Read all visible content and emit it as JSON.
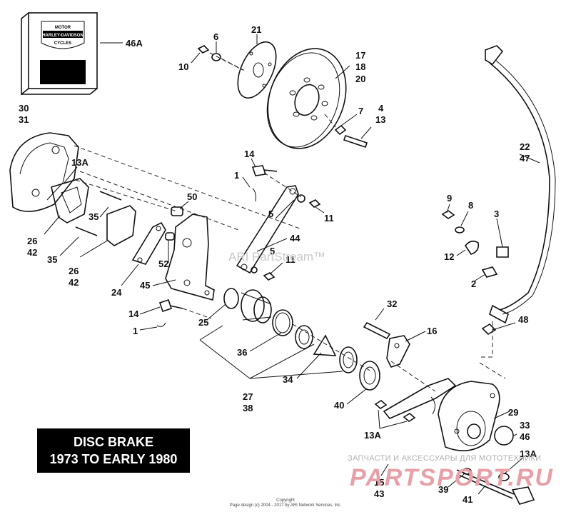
{
  "title": {
    "line1": "DISC BRAKE",
    "line2": "1973 TO EARLY 1980"
  },
  "watermark": "ARI PartStream™",
  "site_banner": {
    "tagline": "ЗАПЧАСТИ И АКСЕССУАРЫ ДЛЯ МОТОТЕХНИКИ",
    "logo": "PARTSPORT.RU"
  },
  "copyright": {
    "line1": "Copyright",
    "line2": "Page design (c) 2004 - 2017 by ARI Network Services, Inc."
  },
  "logo_badge": {
    "top": "MOTOR",
    "middle": "HARLEY-DAVIDSON",
    "bottom": "CYCLES"
  },
  "callouts": [
    {
      "id": "c-46a",
      "text": "46A"
    },
    {
      "id": "c-21",
      "text": "21"
    },
    {
      "id": "c-6",
      "text": "6"
    },
    {
      "id": "c-10",
      "text": "10"
    },
    {
      "id": "c-17",
      "text": "17"
    },
    {
      "id": "c-18",
      "text": "18"
    },
    {
      "id": "c-20",
      "text": "20"
    },
    {
      "id": "c-4",
      "text": "4"
    },
    {
      "id": "c-13",
      "text": "13"
    },
    {
      "id": "c-7",
      "text": "7"
    },
    {
      "id": "c-30",
      "text": "30"
    },
    {
      "id": "c-31",
      "text": "31"
    },
    {
      "id": "c-13a-top",
      "text": "13A"
    },
    {
      "id": "c-14-top",
      "text": "14"
    },
    {
      "id": "c-1-top",
      "text": "1"
    },
    {
      "id": "c-22",
      "text": "22"
    },
    {
      "id": "c-47",
      "text": "47"
    },
    {
      "id": "c-50",
      "text": "50"
    },
    {
      "id": "c-5a",
      "text": "5"
    },
    {
      "id": "c-11a",
      "text": "11"
    },
    {
      "id": "c-9",
      "text": "9"
    },
    {
      "id": "c-8",
      "text": "8"
    },
    {
      "id": "c-3",
      "text": "3"
    },
    {
      "id": "c-35a",
      "text": "35"
    },
    {
      "id": "c-26a",
      "text": "26"
    },
    {
      "id": "c-42a",
      "text": "42"
    },
    {
      "id": "c-35b",
      "text": "35"
    },
    {
      "id": "c-26b",
      "text": "26"
    },
    {
      "id": "c-42b",
      "text": "42"
    },
    {
      "id": "c-44",
      "text": "44"
    },
    {
      "id": "c-5b",
      "text": "5"
    },
    {
      "id": "c-11b",
      "text": "11"
    },
    {
      "id": "c-12",
      "text": "12"
    },
    {
      "id": "c-2",
      "text": "2"
    },
    {
      "id": "c-52",
      "text": "52"
    },
    {
      "id": "c-24",
      "text": "24"
    },
    {
      "id": "c-45",
      "text": "45"
    },
    {
      "id": "c-14-bottom",
      "text": "14"
    },
    {
      "id": "c-1-bottom",
      "text": "1"
    },
    {
      "id": "c-25",
      "text": "25"
    },
    {
      "id": "c-32",
      "text": "32"
    },
    {
      "id": "c-48",
      "text": "48"
    },
    {
      "id": "c-16",
      "text": "16"
    },
    {
      "id": "c-36",
      "text": "36"
    },
    {
      "id": "c-34",
      "text": "34"
    },
    {
      "id": "c-27",
      "text": "27"
    },
    {
      "id": "c-38",
      "text": "38"
    },
    {
      "id": "c-40",
      "text": "40"
    },
    {
      "id": "c-29",
      "text": "29"
    },
    {
      "id": "c-33",
      "text": "33"
    },
    {
      "id": "c-46",
      "text": "46"
    },
    {
      "id": "c-13a-bottom-left",
      "text": "13A"
    },
    {
      "id": "c-13a-bottom-right",
      "text": "13A"
    },
    {
      "id": "c-15",
      "text": "15"
    },
    {
      "id": "c-43",
      "text": "43"
    },
    {
      "id": "c-39",
      "text": "39"
    },
    {
      "id": "c-41",
      "text": "41"
    }
  ]
}
